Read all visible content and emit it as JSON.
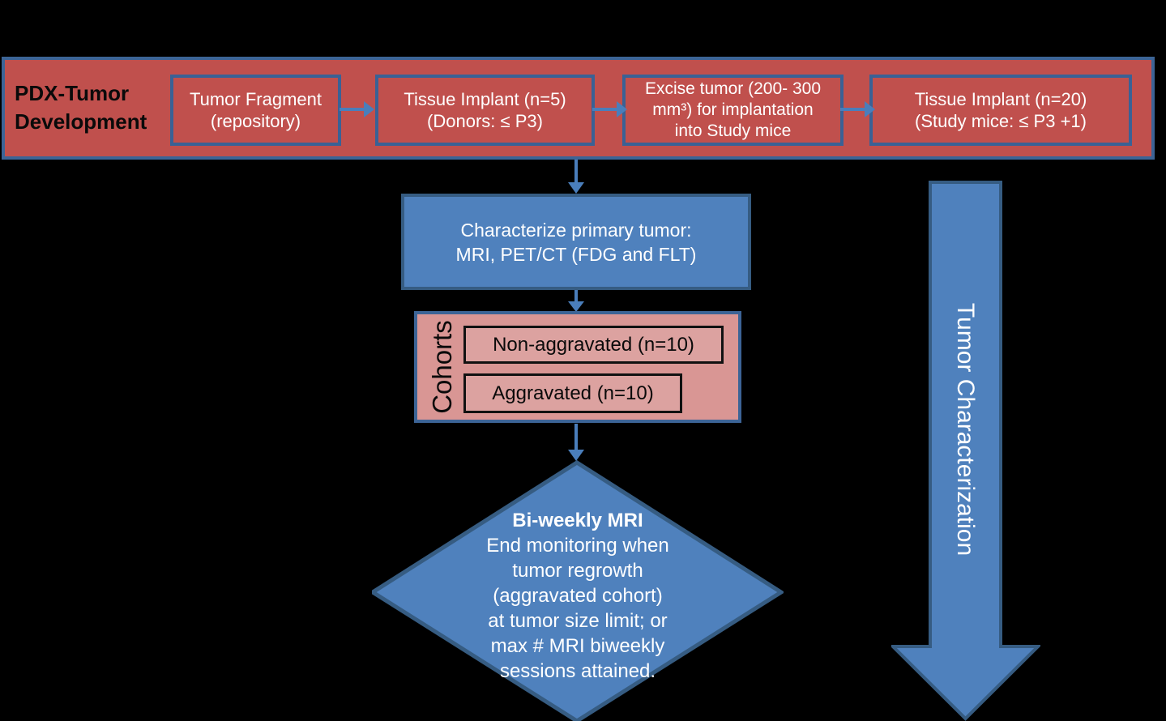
{
  "colors": {
    "background": "#000000",
    "banner_fill": "#C0504D",
    "banner_border": "#3C6496",
    "blue_fill": "#4F81BD",
    "blue_border": "#365C82",
    "pink_fill": "#D99694",
    "pink_inner_fill": "#DCA2A0",
    "connector_blue": "#4A7EBB"
  },
  "banner": {
    "label_line1": "PDX-Tumor",
    "label_line2": "Development",
    "boxes": [
      {
        "line1": "Tumor Fragment",
        "line2": "(repository)"
      },
      {
        "line1": "Tissue Implant (n=5)",
        "line2": "(Donors: ≤ P3)"
      },
      {
        "line1": "Excise tumor (200- 300",
        "line2": "mm³) for implantation",
        "line3": "into Study mice"
      },
      {
        "line1": "Tissue Implant (n=20)",
        "line2": "(Study mice: ≤ P3 +1)"
      }
    ]
  },
  "characterize_box": {
    "line1": "Characterize primary tumor:",
    "line2": "MRI, PET/CT (FDG and FLT)"
  },
  "cohorts": {
    "label": "Cohorts",
    "items": [
      {
        "label": "Non-aggravated (n=10)"
      },
      {
        "label": "Aggravated (n=10)"
      }
    ]
  },
  "decision": {
    "line1": "Bi-weekly MRI",
    "line2": "End monitoring when",
    "line3": "tumor regrowth",
    "line4": "(aggravated cohort)",
    "line5": "at tumor size limit; or",
    "line6": "max # MRI biweekly",
    "line7": "sessions attained."
  },
  "side_arrow": {
    "label": "Tumor Characterization"
  }
}
